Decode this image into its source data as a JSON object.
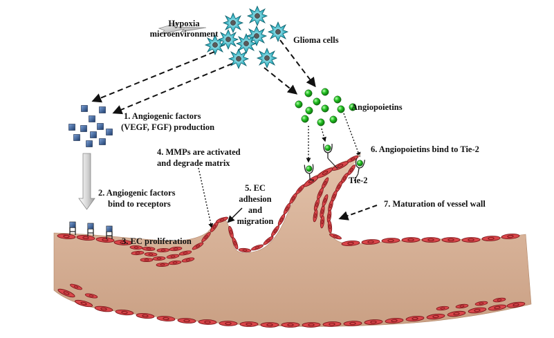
{
  "labels": {
    "hypoxia_line1": "Hypoxia",
    "hypoxia_line2": "microenvironment",
    "glioma_cells": "Glioma  cells",
    "angiopoietins": "Angiopoietins",
    "step1_line1": "1. Angiogenic factors",
    "step1_line2": "(VEGF, FGF) production",
    "step2_line1": "2. Angiogenic factors",
    "step2_line2": "bind  to receptors",
    "step3": "3. EC proliferation",
    "step4_line1": "4. MMPs are activated",
    "step4_line2": "and degrade matrix",
    "step5_line1": "5. EC",
    "step5_line2": "adhesion",
    "step5_line3": "and",
    "step5_line4": "migration",
    "step6": "6. Angiopoietins  bind  to Tie-2",
    "tie2": "Tie-2",
    "step7": "7. Maturation  of vessel wall"
  },
  "colors": {
    "vessel_fill": "#d9b49a",
    "endothelial_cell": "#d9464a",
    "endothelial_outline": "#7a1418",
    "glioma_cell": "#2fa8b8",
    "glioma_nucleus": "#555555",
    "angiopoietin": "#22bb22",
    "factor_square": "#2b4f86",
    "arrow": "#111111"
  },
  "icons": {
    "hypoxia": "lightning-bolt-icon",
    "glioma": "spiky-cell-icon",
    "factor": "square-molecule-icon",
    "angiopoietin": "green-sphere-icon",
    "receptor": "receptor-icon"
  }
}
